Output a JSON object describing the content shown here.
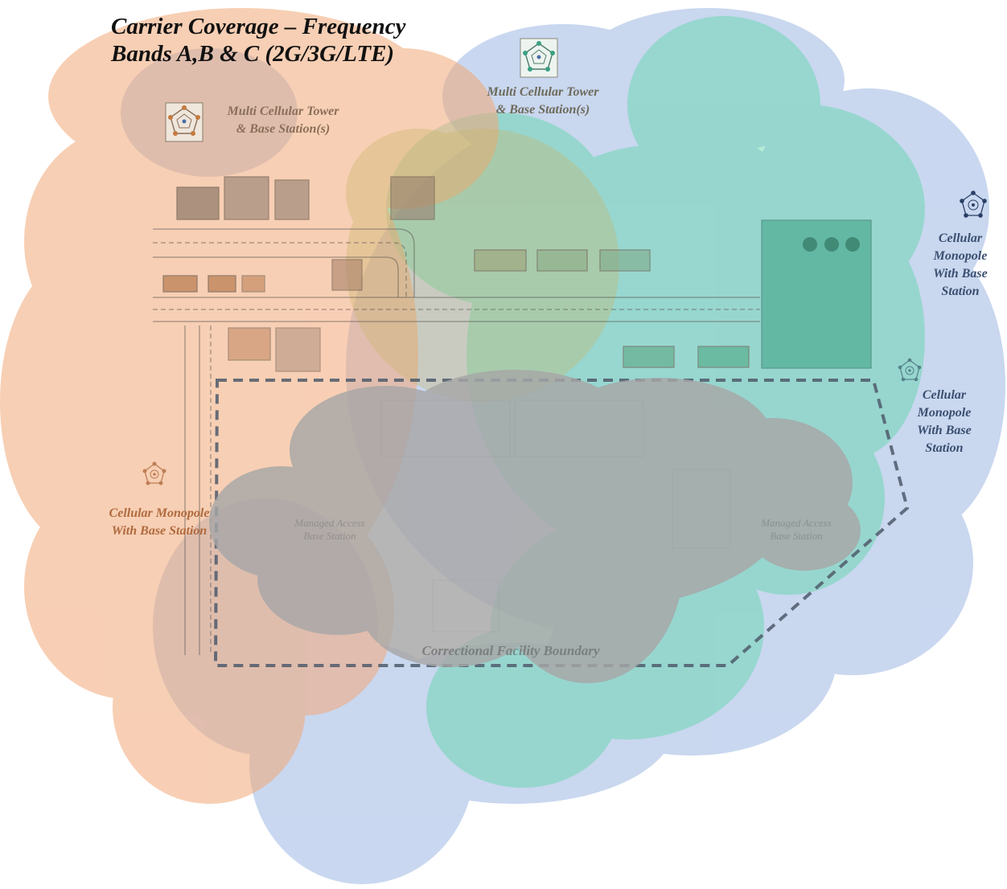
{
  "title": {
    "line1": "Carrier Coverage – Frequency",
    "line2": "Bands A,B & C (2G/3G/LTE)"
  },
  "towers": {
    "tower_left": {
      "line1": "Multi Cellular Tower",
      "line2": "& Base Station(s)",
      "color": "#8a6f59"
    },
    "tower_center": {
      "line1": "Multi Cellular Tower",
      "line2": "& Base Station(s)",
      "color": "#6d6a5a"
    }
  },
  "monopoles": {
    "mono_left": {
      "line1": "Cellular Monopole",
      "line2": "With Base Station",
      "color": "#b06a3e"
    },
    "mono_right_top": {
      "line1": "Cellular",
      "line2": "Monopole",
      "line3": "With Base",
      "line4": "Station",
      "color": "#3a4f70"
    },
    "mono_right_mid": {
      "line1": "Cellular",
      "line2": "Monopole",
      "line3": "With Base",
      "line4": "Station",
      "color": "#3a4f70"
    }
  },
  "faint_labels": {
    "managed_left": {
      "line1": "Managed Access",
      "line2": "Base Station"
    },
    "managed_right": {
      "line1": "Managed Access",
      "line2": "Base Station"
    }
  },
  "boundary_label": "Correctional Facility Boundary",
  "colors": {
    "coverage_orange": "#f2a878",
    "coverage_blue": "#9db8e3",
    "coverage_green": "#5cd6a8",
    "coverage_gray": "#a7a7a7",
    "boundary": "#4f5a6b"
  }
}
